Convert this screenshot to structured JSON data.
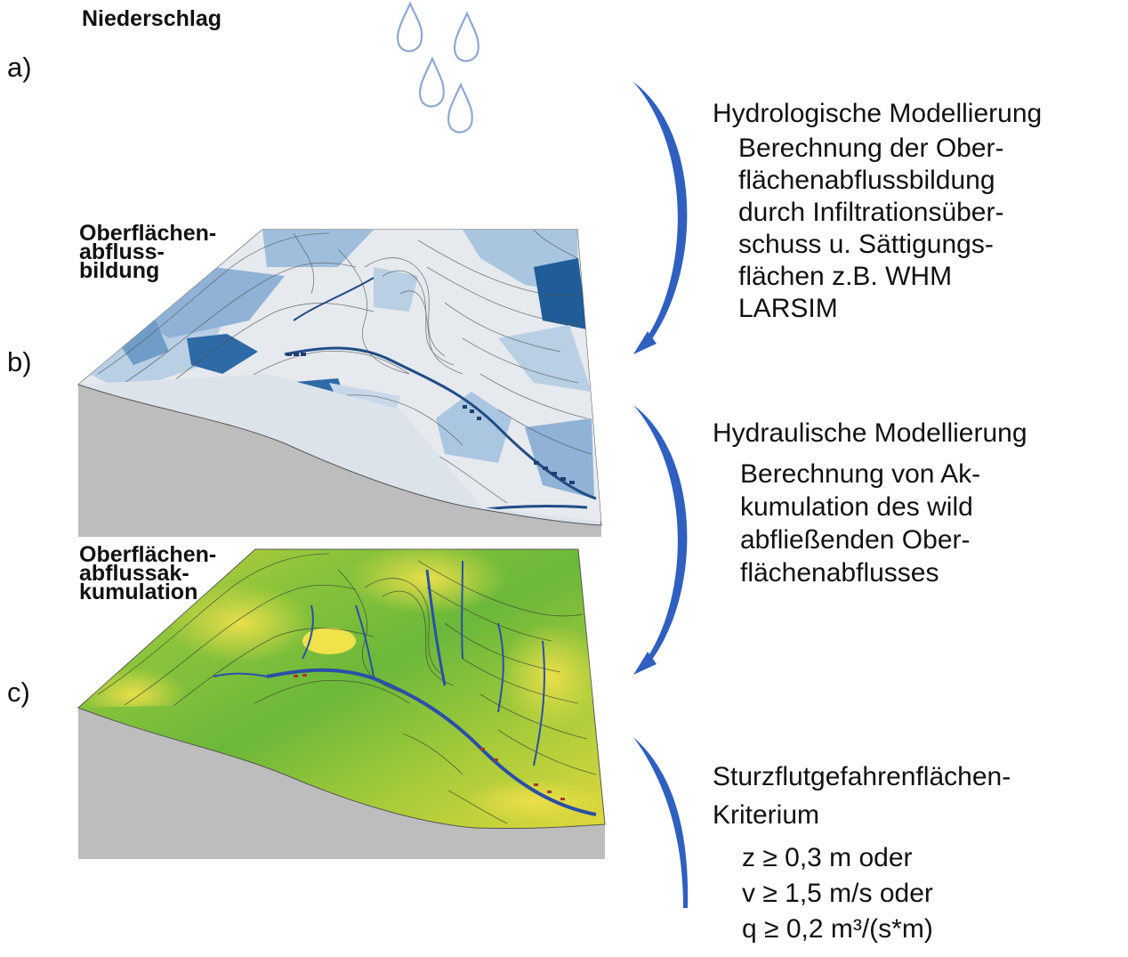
{
  "precipitation_label": "Niederschlag",
  "step_labels": {
    "a": "a)",
    "b": "b)",
    "c": "c)"
  },
  "block_b_label": [
    "Oberflächen-",
    "abfluss-",
    "bildung"
  ],
  "block_c_label": [
    "Oberflächen-",
    "abflussak-",
    "kumulation"
  ],
  "hydrology": {
    "title": "Hydrologische Modellierung",
    "lines": [
      "Berechnung der Ober-",
      "flächenabflussbildung",
      "durch Infiltrationsüber-",
      "schuss u. Sättigungs-",
      "flächen z.B. WHM",
      "LARSIM"
    ]
  },
  "hydraulics": {
    "title": "Hydraulische Modellierung",
    "lines": [
      "Berechnung von Ak-",
      "kumulation des wild",
      "abfließenden Ober-",
      "flächenabflusses"
    ]
  },
  "criterion": {
    "title_lines": [
      "Sturzflutgefahrenflächen-",
      "Kriterium"
    ],
    "lines": [
      "z ≥ 0,3 m oder",
      "v ≥ 1,5 m/s  oder",
      "q ≥ 0,2 m³/(s*m)"
    ]
  },
  "colors": {
    "arrow": "#2f5fbf",
    "raindrop": "#8fa8d4",
    "terrain_side": "#bdbdbd",
    "runoff_dark": "#1f5c99",
    "runoff_mid": "#6f9dc8",
    "runoff_light": "#b8cfe4",
    "accum_green": "#7cbf3a",
    "accum_yellow": "#e3d93a",
    "accum_blue": "#2a4fa8"
  }
}
